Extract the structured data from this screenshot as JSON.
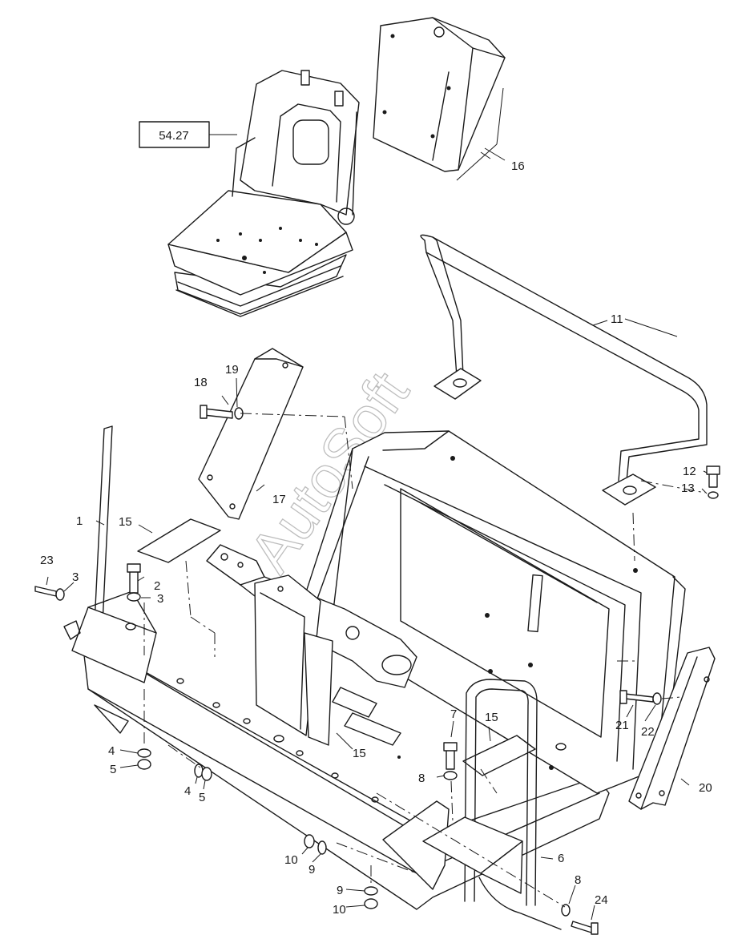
{
  "reference_box": "54.27",
  "watermark": "AutoSoft",
  "callouts": {
    "c1": "1",
    "c2": "2",
    "c3a": "3",
    "c3b": "3",
    "c4a": "4",
    "c4b": "4",
    "c5a": "5",
    "c5b": "5",
    "c6": "6",
    "c7": "7",
    "c8a": "8",
    "c8b": "8",
    "c9a": "9",
    "c9b": "9",
    "c10a": "10",
    "c10b": "10",
    "c11": "11",
    "c12": "12",
    "c13": "13",
    "c15a": "15",
    "c15b": "15",
    "c15c": "15",
    "c16": "16",
    "c17": "17",
    "c18": "18",
    "c19": "19",
    "c20": "20",
    "c21": "21",
    "c22": "22",
    "c23": "23",
    "c24": "24"
  }
}
